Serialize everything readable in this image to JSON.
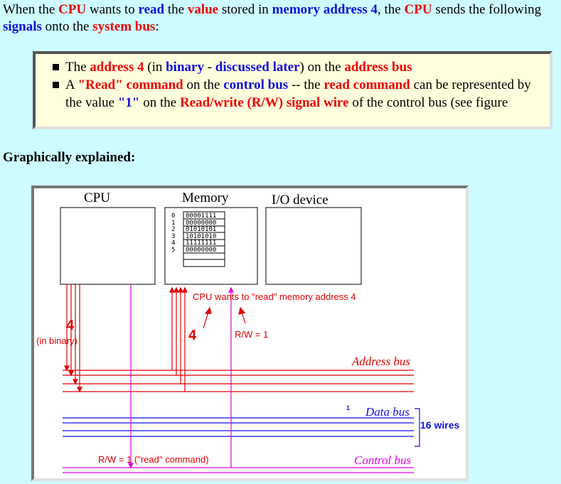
{
  "intro": {
    "t1": "When the ",
    "cpu1": "CPU",
    "t2": " wants to ",
    "read": "read",
    "t3": " the ",
    "value": "value",
    "t4": " stored in ",
    "mem_addr": "memory address 4",
    "t5": ", the ",
    "cpu2": "CPU",
    "t6": " sends the following ",
    "signals": "signals",
    "t7": " onto the ",
    "system_bus": "system bus",
    "t8": ":"
  },
  "callout": {
    "b1": {
      "t1": "The ",
      "address4": "address 4",
      "t2": " (in ",
      "binary": "binary",
      "t3": " - ",
      "discussed_later": "discussed later",
      "t4": ") on the ",
      "address_bus": "address bus"
    },
    "b2": {
      "t1": "A ",
      "read_command": "\"Read\" command",
      "t2": " on the ",
      "control_bus": "control bus",
      "t3": " -- the ",
      "read_command2": "read command",
      "t4": " can be represented by the value ",
      "one": "\"1\"",
      "t5": " on the ",
      "rw_wire": "Read/write (R/W) signal wire",
      "t6": " of the control bus (see figure"
    }
  },
  "graph_title": "Graphically explained:",
  "figure": {
    "cpu_label": "CPU",
    "memory_label": "Memory",
    "io_label": "I/O device",
    "memory_cells": [
      {
        "addr": "0",
        "value": "00001111"
      },
      {
        "addr": "1",
        "value": "00000000"
      },
      {
        "addr": "2",
        "value": "01010101"
      },
      {
        "addr": "3",
        "value": "10101010"
      },
      {
        "addr": "4",
        "value": "11111111"
      },
      {
        "addr": "5",
        "value": "00000000"
      }
    ],
    "annotation_read": "CPU wants to \"read\" memory address 4",
    "four_left": "4",
    "in_binary": "(in binary)",
    "four_mid": "4",
    "rw1_top": "R/W = 1",
    "address_bus": "Address bus",
    "data_bus": "Data bus",
    "wires": "16 wires",
    "small_one": "1",
    "rw_read_cmd": "R/W = 1 (\"read\" command)",
    "control_bus": "Control bus",
    "colors": {
      "address": "#e00000",
      "data": "#1010e0",
      "control": "#e000e0"
    }
  }
}
